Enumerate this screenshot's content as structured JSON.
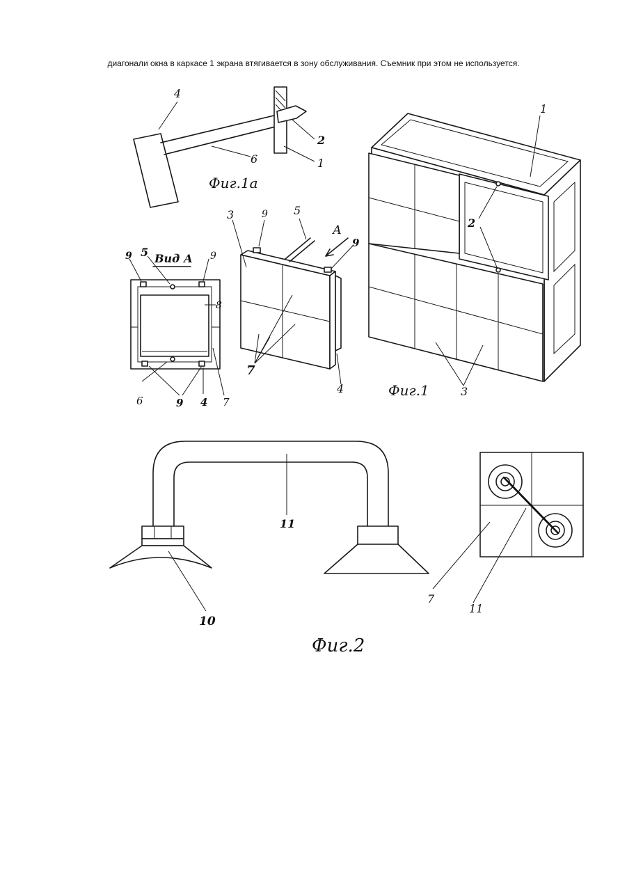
{
  "text": {
    "top_line": "диагонали окна в каркасе 1 экрана втягивается в зону обслуживания. Съемник при этом не используется."
  },
  "fig1a": {
    "caption": "Фиг.1а",
    "labels": {
      "l4": "4",
      "l6": "6",
      "l2": "2",
      "l1": "1"
    }
  },
  "view_a": {
    "title": "Вид А",
    "labels": {
      "l9a": "9",
      "l5": "5",
      "l9b": "9",
      "l8": "8",
      "l6": "6",
      "l9c": "9",
      "l4": "4",
      "l7": "7"
    }
  },
  "panel": {
    "labels": {
      "l3": "3",
      "l9a": "9",
      "l5": "5",
      "lA": "А",
      "l9b": "9",
      "l7": "7",
      "l4": "4"
    }
  },
  "fig1": {
    "caption": "Фиг.1",
    "labels": {
      "l1": "1",
      "l2": "2",
      "l3": "3"
    }
  },
  "fig2": {
    "caption": "Фиг.2",
    "labels": {
      "l11a": "11",
      "l10": "10",
      "l7": "7",
      "l11b": "11"
    }
  }
}
